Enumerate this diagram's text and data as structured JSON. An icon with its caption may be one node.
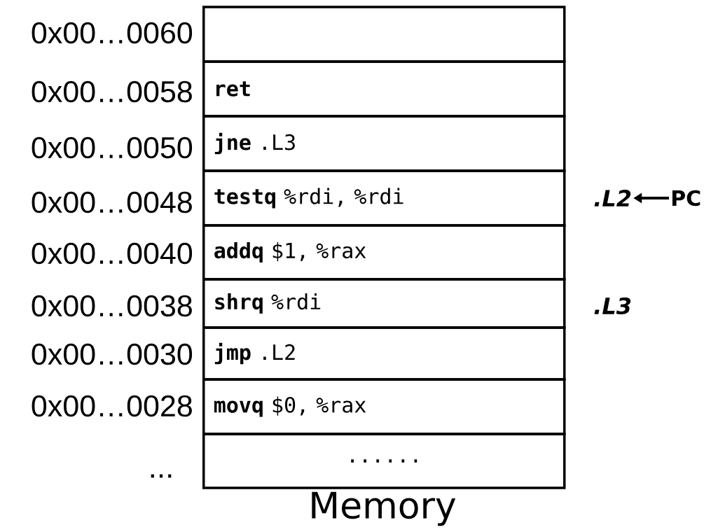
{
  "diagram": {
    "nodes": [
      {
        "text": [],
        "shape": "box"
      },
      {
        "text": [
          "**ret**"
        ]
      },
      {
        "text": [
          "**jne**  .L3"
        ]
      },
      {
        "text": [
          "**testq** %rdi, %rdi"
        ]
      },
      {
        "text": [
          "**addq** $1, %rax"
        ]
      },
      {
        "text": [
          "**shrq** %rdi"
        ]
      },
      {
        "text": [
          "**jmp**  .L2"
        ]
      },
      {
        "text": [
          "**movq** $0, %rax"
        ]
      },
      {
        "text": [
          "......"
        ]
      },
      {
        "text": [
          ".L2"
        ]
      },
      {
        "text": [
          "PC"
        ]
      }
    ],
    "edges": [
      {
        "from": 10,
        "to": 9,
        "arrow": "to"
      }
    ],
    "labels": [
      "0x00…0060",
      "0x00…0058",
      "0x00…0050",
      "0x00…0048",
      "0x00…0040",
      "0x00…0038",
      "0x00…0030",
      "0x00…0028",
      "...",
      ".L3",
      "Memory"
    ]
  }
}
